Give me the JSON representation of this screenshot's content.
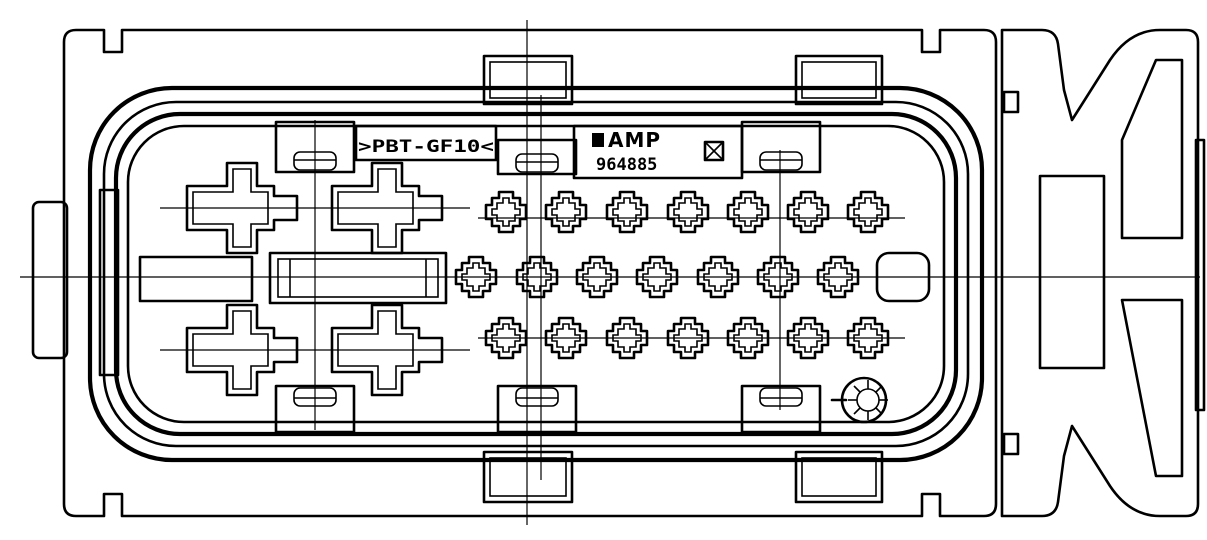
{
  "drawing": {
    "material_marking": ">PBT-GF10<",
    "brand": "AMP",
    "part_number": "964885",
    "colors": {
      "line": "#000000",
      "background": "#ffffff"
    }
  }
}
